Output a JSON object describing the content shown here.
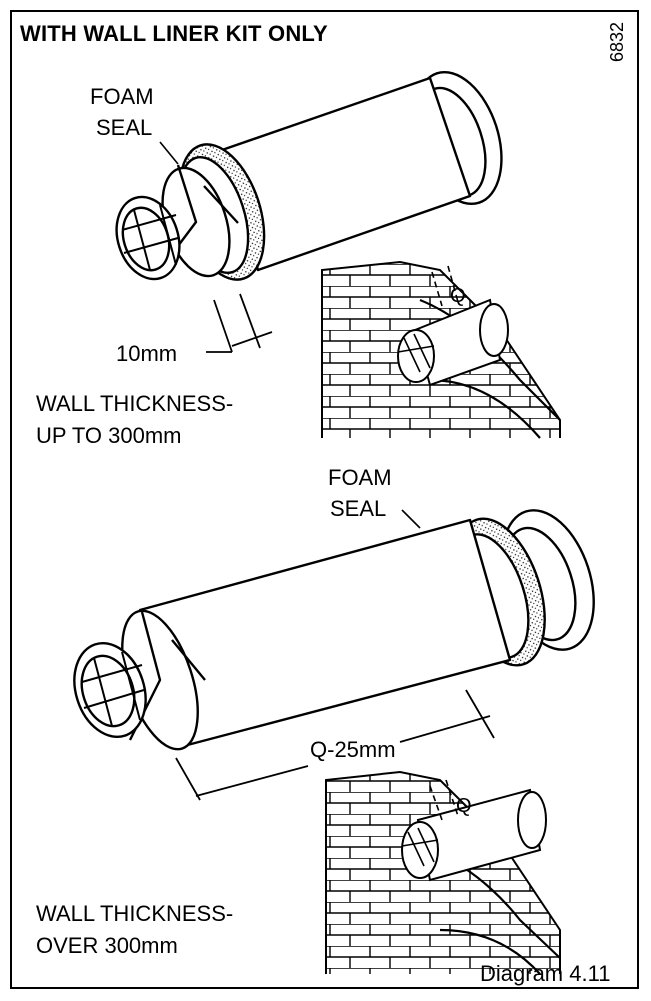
{
  "heading": "WITH WALL LINER KIT ONLY",
  "figure_number": "6832",
  "upper": {
    "seal_label_line1": "FOAM",
    "seal_label_line2": "SEAL",
    "gap_label": "10mm",
    "wall_label_line1": "WALL THICKNESS-",
    "wall_label_line2": "UP TO 300mm",
    "q_label": "Q"
  },
  "lower": {
    "seal_label_line1": "FOAM",
    "seal_label_line2": "SEAL",
    "length_label": "Q-25mm",
    "wall_label_line1": "WALL THICKNESS-",
    "wall_label_line2": "OVER 300mm",
    "q_label": "Q"
  },
  "caption": "Diagram 4.11"
}
